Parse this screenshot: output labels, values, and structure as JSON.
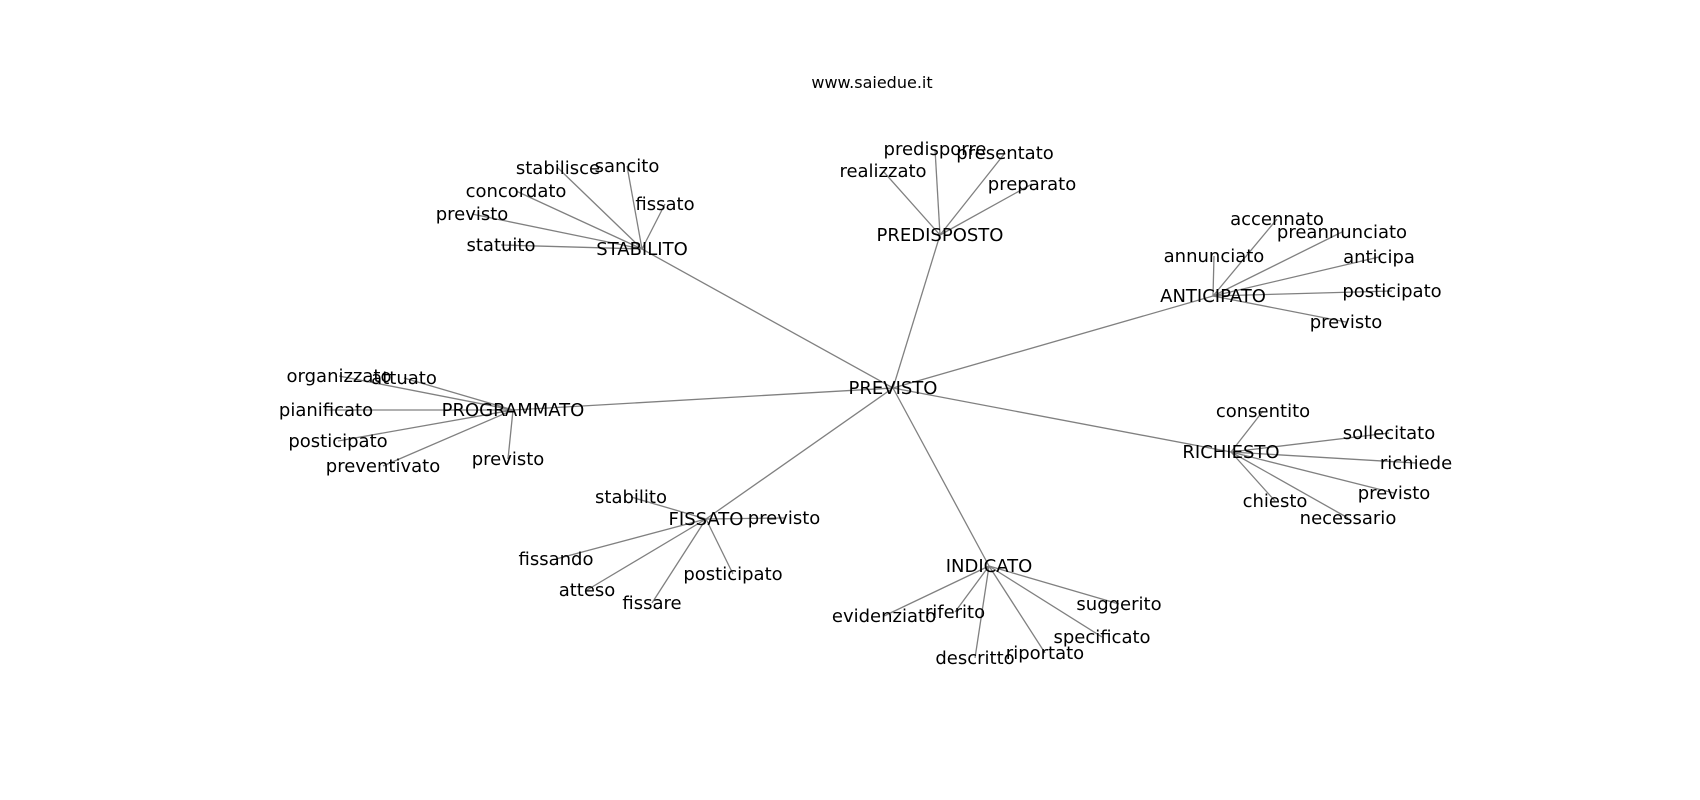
{
  "title": "www.saiedue.it",
  "colors": {
    "edge": "#808080",
    "text": "#000000",
    "background": "#ffffff"
  },
  "graph": {
    "nodes": [
      {
        "id": "previsto_root",
        "label": "PREVISTO"
      },
      {
        "id": "stabilito_hub",
        "label": "STABILITO"
      },
      {
        "id": "predisposto_hub",
        "label": "PREDISPOSTO"
      },
      {
        "id": "anticipato_hub",
        "label": "ANTICIPATO"
      },
      {
        "id": "programmato_hub",
        "label": "PROGRAMMATO"
      },
      {
        "id": "richiesto_hub",
        "label": "RICHIESTO"
      },
      {
        "id": "fissato_hub",
        "label": "FISSATO"
      },
      {
        "id": "indicato_hub",
        "label": "INDICATO"
      },
      {
        "id": "st_stabilisce",
        "label": "stabilisce"
      },
      {
        "id": "st_sancito",
        "label": "sancito"
      },
      {
        "id": "st_concordato",
        "label": "concordato"
      },
      {
        "id": "st_fissato",
        "label": "fissato"
      },
      {
        "id": "st_previsto",
        "label": "previsto"
      },
      {
        "id": "st_statuito",
        "label": "statuito"
      },
      {
        "id": "pd_predisporre",
        "label": "predisporre"
      },
      {
        "id": "pd_presentato",
        "label": "presentato"
      },
      {
        "id": "pd_realizzato",
        "label": "realizzato"
      },
      {
        "id": "pd_preparato",
        "label": "preparato"
      },
      {
        "id": "an_accennato",
        "label": "accennato"
      },
      {
        "id": "an_preannunciato",
        "label": "preannunciato"
      },
      {
        "id": "an_annunciato",
        "label": "annunciato"
      },
      {
        "id": "an_anticipa",
        "label": "anticipa"
      },
      {
        "id": "an_posticipato",
        "label": "posticipato"
      },
      {
        "id": "an_previsto",
        "label": "previsto"
      },
      {
        "id": "pg_organizzato",
        "label": "organizzato"
      },
      {
        "id": "pg_attuato",
        "label": "attuato"
      },
      {
        "id": "pg_pianificato",
        "label": "pianificato"
      },
      {
        "id": "pg_posticipato",
        "label": "posticipato"
      },
      {
        "id": "pg_preventivato",
        "label": "preventivato"
      },
      {
        "id": "pg_previsto",
        "label": "previsto"
      },
      {
        "id": "ri_consentito",
        "label": "consentito"
      },
      {
        "id": "ri_sollecitato",
        "label": "sollecitato"
      },
      {
        "id": "ri_richiede",
        "label": "richiede"
      },
      {
        "id": "ri_previsto",
        "label": "previsto"
      },
      {
        "id": "ri_chiesto",
        "label": "chiesto"
      },
      {
        "id": "ri_necessario",
        "label": "necessario"
      },
      {
        "id": "fi_stabilito",
        "label": "stabilito"
      },
      {
        "id": "fi_previsto",
        "label": "previsto"
      },
      {
        "id": "fi_fissando",
        "label": "fissando"
      },
      {
        "id": "fi_posticipato",
        "label": "posticipato"
      },
      {
        "id": "fi_atteso",
        "label": "atteso"
      },
      {
        "id": "fi_fissare",
        "label": "fissare"
      },
      {
        "id": "in_suggerito",
        "label": "suggerito"
      },
      {
        "id": "in_evidenziato",
        "label": "evidenziato"
      },
      {
        "id": "in_riferito",
        "label": "riferito"
      },
      {
        "id": "in_specificato",
        "label": "specificato"
      },
      {
        "id": "in_riportato",
        "label": "riportato"
      },
      {
        "id": "in_descritto",
        "label": "descritto"
      }
    ],
    "edges": [
      [
        "previsto_root",
        "stabilito_hub"
      ],
      [
        "previsto_root",
        "predisposto_hub"
      ],
      [
        "previsto_root",
        "anticipato_hub"
      ],
      [
        "previsto_root",
        "programmato_hub"
      ],
      [
        "previsto_root",
        "richiesto_hub"
      ],
      [
        "previsto_root",
        "fissato_hub"
      ],
      [
        "previsto_root",
        "indicato_hub"
      ],
      [
        "stabilito_hub",
        "st_stabilisce"
      ],
      [
        "stabilito_hub",
        "st_sancito"
      ],
      [
        "stabilito_hub",
        "st_concordato"
      ],
      [
        "stabilito_hub",
        "st_fissato"
      ],
      [
        "stabilito_hub",
        "st_previsto"
      ],
      [
        "stabilito_hub",
        "st_statuito"
      ],
      [
        "predisposto_hub",
        "pd_predisporre"
      ],
      [
        "predisposto_hub",
        "pd_presentato"
      ],
      [
        "predisposto_hub",
        "pd_realizzato"
      ],
      [
        "predisposto_hub",
        "pd_preparato"
      ],
      [
        "anticipato_hub",
        "an_accennato"
      ],
      [
        "anticipato_hub",
        "an_preannunciato"
      ],
      [
        "anticipato_hub",
        "an_annunciato"
      ],
      [
        "anticipato_hub",
        "an_anticipa"
      ],
      [
        "anticipato_hub",
        "an_posticipato"
      ],
      [
        "anticipato_hub",
        "an_previsto"
      ],
      [
        "programmato_hub",
        "pg_organizzato"
      ],
      [
        "programmato_hub",
        "pg_attuato"
      ],
      [
        "programmato_hub",
        "pg_pianificato"
      ],
      [
        "programmato_hub",
        "pg_posticipato"
      ],
      [
        "programmato_hub",
        "pg_preventivato"
      ],
      [
        "programmato_hub",
        "pg_previsto"
      ],
      [
        "richiesto_hub",
        "ri_consentito"
      ],
      [
        "richiesto_hub",
        "ri_sollecitato"
      ],
      [
        "richiesto_hub",
        "ri_richiede"
      ],
      [
        "richiesto_hub",
        "ri_previsto"
      ],
      [
        "richiesto_hub",
        "ri_chiesto"
      ],
      [
        "richiesto_hub",
        "ri_necessario"
      ],
      [
        "fissato_hub",
        "fi_stabilito"
      ],
      [
        "fissato_hub",
        "fi_previsto"
      ],
      [
        "fissato_hub",
        "fi_fissando"
      ],
      [
        "fissato_hub",
        "fi_posticipato"
      ],
      [
        "fissato_hub",
        "fi_atteso"
      ],
      [
        "fissato_hub",
        "fi_fissare"
      ],
      [
        "indicato_hub",
        "in_suggerito"
      ],
      [
        "indicato_hub",
        "in_evidenziato"
      ],
      [
        "indicato_hub",
        "in_riferito"
      ],
      [
        "indicato_hub",
        "in_specificato"
      ],
      [
        "indicato_hub",
        "in_riportato"
      ],
      [
        "indicato_hub",
        "in_descritto"
      ]
    ]
  }
}
